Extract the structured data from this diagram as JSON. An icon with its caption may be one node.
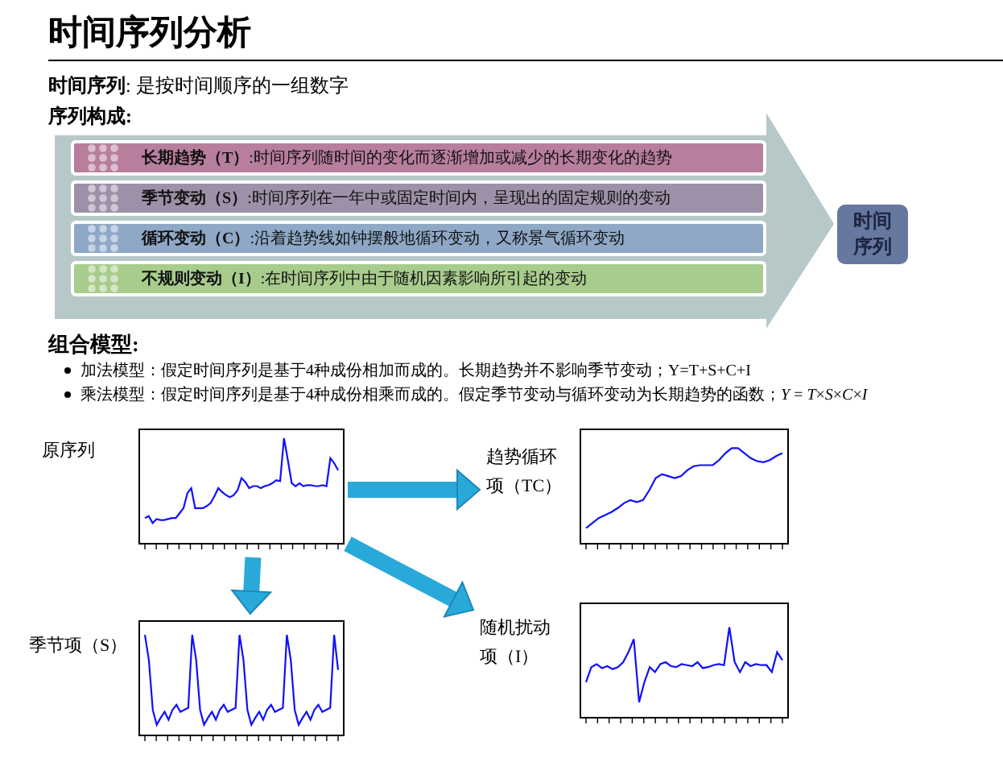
{
  "diagram": {
    "title": "时间序列分析",
    "nodes": [
      {
        "text": [],
        "shape": "arrow"
      },
      {
        "text": [
          "**长期趋势（T）**:时间序列随时间的变化而逐渐增加或减少的长期变化的趋势"
        ],
        "in": 0
      },
      {
        "text": [
          "**季节变动（S）**:时间序列在一年中或固定时间内，呈现出的固定规则的变动"
        ],
        "in": 0
      },
      {
        "text": [
          "**循环变动（C）**:沿着趋势线如钟摆般地循环变动，又称景气循环变动"
        ],
        "in": 0
      },
      {
        "text": [
          "**不规则变动（I）**:在时间序列中由于随机因素影响所引起的变动"
        ],
        "in": 0
      },
      {
        "text": [
          "时间序列"
        ]
      },
      {
        "text": [
          "原序列"
        ]
      },
      {
        "text": [
          "趋势循环项（TC）"
        ]
      },
      {
        "text": [
          "季节项（S）"
        ]
      },
      {
        "text": [
          "随机扰动项（I）"
        ]
      }
    ],
    "edges": [
      {
        "from": 6,
        "to": 7,
        "arrow": "to"
      },
      {
        "from": 6,
        "to": 8,
        "arrow": "to"
      },
      {
        "from": 6,
        "to": 9,
        "arrow": "to"
      }
    ],
    "labels": [
      "**时间序列**: 是按时间顺序的一组数字",
      "序列构成:",
      "组合模型:",
      "加法模型：假定时间序列是基于4种成份相加而成的。长期趋势并不影响季节变动；Y=T+S+C+I",
      "乘法模型：假定时间序列是基于4种成份相乘而成的。假定季节变动与循环变动为长期趋势的函数；*Y* = *T*×*S*×*C*×*I*"
    ]
  }
}
